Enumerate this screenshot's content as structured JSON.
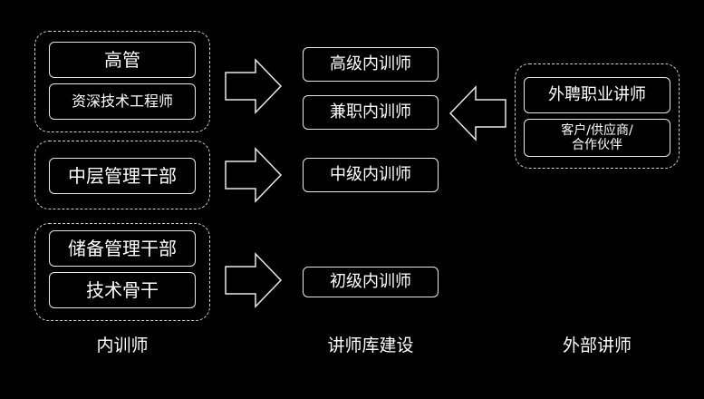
{
  "internal": {
    "group1": {
      "box1": "高管",
      "box2": "资深技术工程师"
    },
    "group2": {
      "box1": "中层管理干部"
    },
    "group3": {
      "box1": "储备管理干部",
      "box2": "技术骨干"
    },
    "caption": "内训师"
  },
  "library": {
    "item1": "高级内训师",
    "item2": "兼职内训师",
    "item3": "中级内训师",
    "item4": "初级内训师",
    "caption": "讲师库建设"
  },
  "external": {
    "box1": "外聘职业讲师",
    "box2_line1": "客户/供应商/",
    "box2_line2": "合作伙伴",
    "caption": "外部讲师"
  },
  "colors": {
    "background": "#000000",
    "stroke": "#e8e8e8",
    "text": "#ffffff"
  }
}
